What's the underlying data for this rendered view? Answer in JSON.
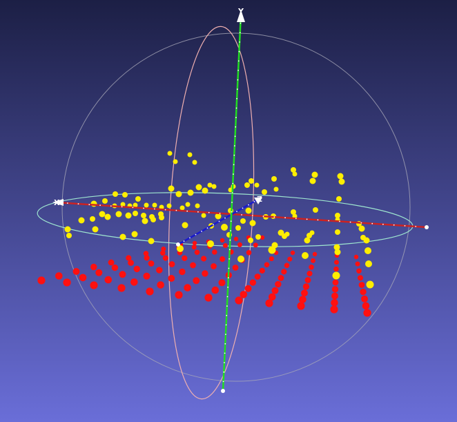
{
  "viewer": {
    "background_top": "#1c1f45",
    "background_bottom": "#6a6ed8"
  },
  "axes": {
    "x": {
      "label": "X",
      "color": "#cc2222"
    },
    "y": {
      "label": "Y",
      "color": "#22dd22"
    },
    "z": {
      "label": "Z",
      "color": "#1a1acc"
    }
  },
  "colors": {
    "bounding_sphere": "#a8a8b8",
    "equator_ring": "#9fe7d0",
    "meridian_ring": "#f0b0b0",
    "yellow_points": "#ffee00",
    "red_points": "#ff1010",
    "tick_marks": "#ffffff"
  },
  "icons": {
    "x_arrow": "x-axis-arrow-icon",
    "y_arrow": "y-axis-arrow-icon",
    "z_arrow": "z-axis-arrow-icon"
  }
}
